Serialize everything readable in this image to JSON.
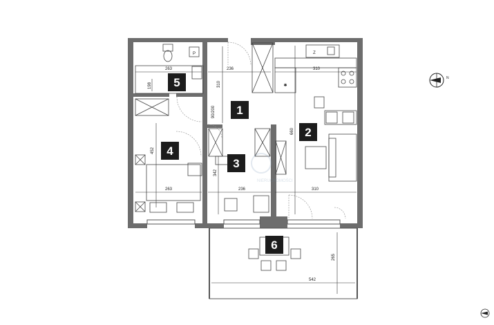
{
  "rooms": [
    {
      "label": "1"
    },
    {
      "label": "2"
    },
    {
      "label": "3"
    },
    {
      "label": "4"
    },
    {
      "label": "5"
    },
    {
      "label": "6"
    }
  ],
  "dimensions": {
    "bath_width": "263",
    "bath_height": "198",
    "hall_width_top": "236",
    "hall_height": "310",
    "kitchen_width_top": "310",
    "living_height": "660",
    "bedroom_height": "452",
    "bedroom_width": "263",
    "room3_height": "342",
    "room3_width": "236",
    "living_width_bottom": "310",
    "terrace_height": "265",
    "terrace_width": "542",
    "door_width": "90/200"
  },
  "fixtures": {
    "fridge_label": "Z",
    "bath_label": "P",
    "compass_letter": "N"
  },
  "watermark": "NIERUCHOMOŚCI"
}
